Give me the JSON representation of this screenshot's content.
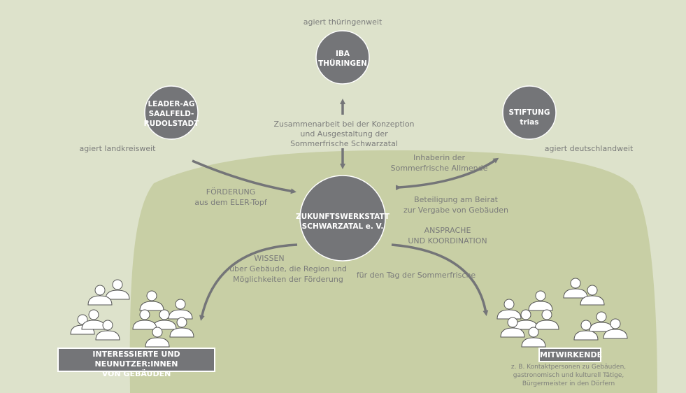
{
  "colors": {
    "background": "#dde2cb",
    "region": "#c8cfa5",
    "node": "#747578",
    "arrow": "#747578",
    "text": "#7b7c7b"
  },
  "nodes": {
    "iba": {
      "lines": [
        "IBA",
        "THÜRINGEN"
      ],
      "scope": "agiert thüringenweit"
    },
    "leader": {
      "lines": [
        "LEADER-AG",
        "SAALFELD-",
        "RUDOLSTADT"
      ],
      "scope": "agiert landkreisweit"
    },
    "stiftung": {
      "lines": [
        "STIFTUNG",
        "trias"
      ],
      "scope": "agiert deutschlandweit"
    },
    "center": {
      "lines": [
        "ZUKUNFTSWERKSTATT",
        "SCHWARZATAL e. V."
      ]
    }
  },
  "edges": {
    "iba": {
      "lines": [
        "Zusammenarbeit bei der Konzeption",
        "und Ausgestaltung der",
        "Sommerfrische Schwarzatal"
      ]
    },
    "leader": {
      "title": "FÖRDERUNG",
      "sub": "aus dem ELER-Topf"
    },
    "stiftung": {
      "top1": "Inhaberin der",
      "top2": "Sommerfrische Allmende",
      "bottom1": "Beteiligung am Beirat",
      "bottom2": "zur Vergabe von Gebäuden"
    },
    "wissen": {
      "title": "WISSEN",
      "sub1": "über Gebäude, die Region und",
      "sub2": "Möglichkeiten der Förderung"
    },
    "ansprache": {
      "title1": "ANSPRACHE",
      "title2": "UND KOORDINATION",
      "sub": "für den Tag der Sommerfrische"
    }
  },
  "groups": {
    "left": {
      "label_line1": "INTERESSIERTE UND NEUNUTZER:INNEN",
      "label_line2": "VON GEBÄUDEN"
    },
    "right": {
      "label": "MITWIRKENDE",
      "note": [
        "z. B. Kontaktpersonen zu Gebäuden,",
        "gastronomisch und kulturell Tätige,",
        "Bürgermeister in den Dörfern"
      ]
    }
  }
}
